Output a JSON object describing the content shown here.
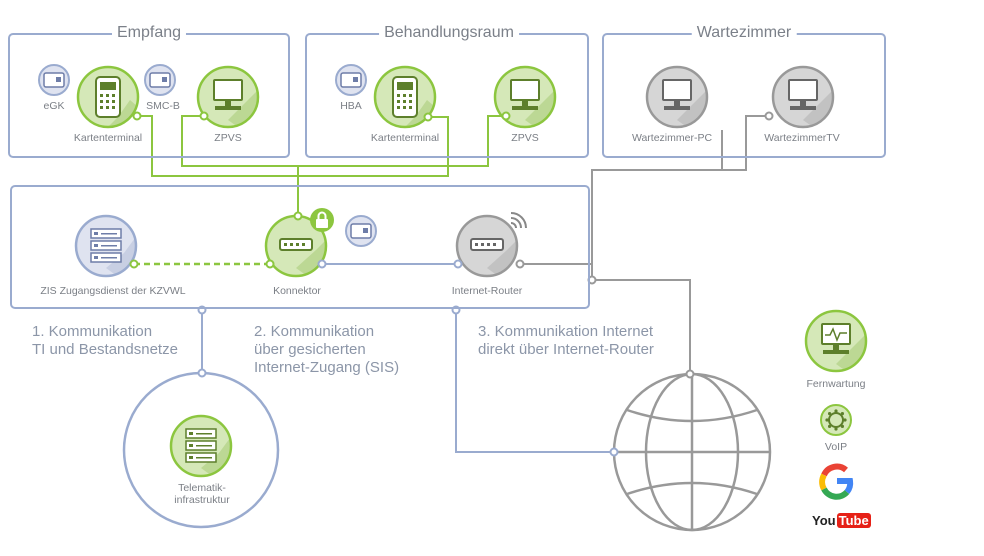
{
  "colors": {
    "green": "#8cc63f",
    "green_fill": "#d5e8b8",
    "blue": "#9aabcf",
    "blue_fill": "#dfe3f0",
    "gray": "#999999",
    "gray_fill": "#d6d6d6",
    "text": "#7b7f86"
  },
  "sections": {
    "empfang": "Empfang",
    "behandlungsraum": "Behandlungsraum",
    "wartezimmer": "Wartezimmer"
  },
  "nodes": {
    "egk": "eGK",
    "smcb": "SMC-B",
    "kartenterminal_1": "Kartenterminal",
    "zpvs_1": "ZPVS",
    "hba": "HBA",
    "kartenterminal_2": "Kartenterminal",
    "zpvs_2": "ZPVS",
    "wartezimmer_pc": "Wartezimmer-PC",
    "wartezimmer_tv": "WartezimmerTV",
    "zis": "ZIS Zugangsdienst der KZVWL",
    "konnektor": "Konnektor",
    "router": "Internet-Router",
    "telematik": "Telematik-\ninfrastruktur"
  },
  "communication": {
    "c1": "1. Kommunikation\nTI und Bestandsnetze",
    "c2": "2. Kommunikation\nüber gesicherten\nInternet-Zugang (SIS)",
    "c3": "3. Kommunikation Internet\ndirekt über Internet-Router"
  },
  "legend": {
    "fernwartung": "Fernwartung",
    "voip": "VoIP",
    "youtube_you": "You",
    "youtube_tube": "Tube"
  }
}
